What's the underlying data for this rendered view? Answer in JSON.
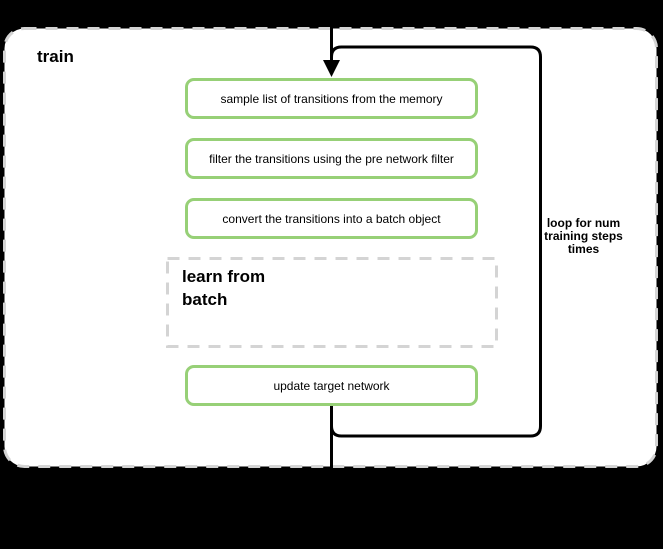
{
  "diagram": {
    "type": "flowchart",
    "container_label": "train",
    "loop_annotation": "loop for num\ntraining steps\ntimes",
    "steps": [
      {
        "label": "sample list of transitions from the memory",
        "style": "green-rounded"
      },
      {
        "label": "filter the transitions using the pre network filter",
        "style": "green-rounded"
      },
      {
        "label": "convert the transitions into a batch object",
        "style": "green-rounded"
      },
      {
        "label": "learn from\nbatch",
        "style": "dashed-group"
      },
      {
        "label": "update target network",
        "style": "green-rounded"
      }
    ],
    "colors": {
      "background": "#000000",
      "surface": "#ffffff",
      "step_border": "#97d077",
      "dashed_border": "#d4d4d4",
      "line": "#000000",
      "text": "#000000"
    }
  }
}
